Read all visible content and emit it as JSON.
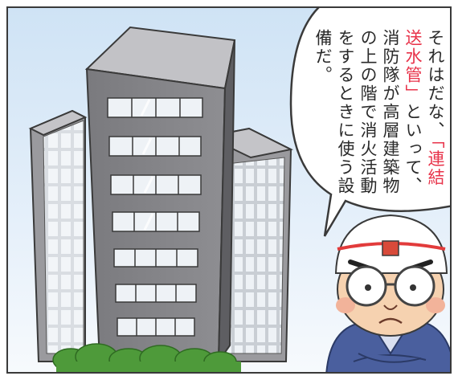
{
  "speech": {
    "part1": "それはだな、",
    "highlight": "「連結送水管」",
    "part2": "といって、消防隊が高層建築物の上の階で消火活動をするときに使う設備だ。"
  },
  "colors": {
    "sky_top": "#d6e8f7",
    "sky_bottom": "#f5f9fd",
    "building_dark": "#6b6b6e",
    "building_mid": "#8f8f93",
    "building_light": "#b8b8bc",
    "window": "#e9eef3",
    "bush": "#4e9a3a",
    "highlight_text": "#e8334a",
    "helmet": "#ffffff",
    "jacket": "#4a5f9e"
  },
  "icons": {
    "character": "firefighter-character-icon",
    "building": "high-rise-building-icon"
  }
}
